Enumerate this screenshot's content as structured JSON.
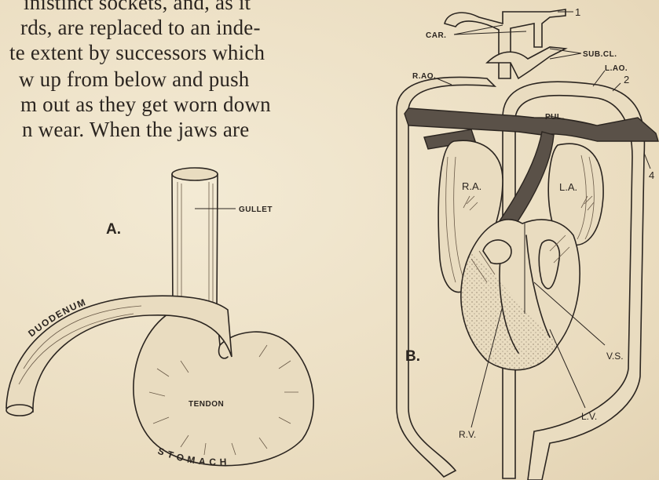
{
  "body_text": [
    "inistinct sockets, and, as it",
    "rds, are replaced to an inde-",
    "te extent by successors which",
    "w up from below and push",
    "m out as they get worn down",
    "n wear.  When the jaws are"
  ],
  "figure_a": {
    "letter": "A.",
    "labels": {
      "gullet": "GULLET",
      "duodenum": "DUODENUM",
      "tendon": "TENDON",
      "stomach": "STOMACH"
    }
  },
  "figure_b": {
    "letter": "B.",
    "labels": {
      "car": "CAR.",
      "sub_cl": "SUB.CL.",
      "r_ao": "R.AO.",
      "l_ao": "L.AO.",
      "pul": "PUL.",
      "r_a": "R.A.",
      "l_a": "L.A.",
      "v_s": "V.S.",
      "l_v": "L.V.",
      "r_v": "R.V.",
      "num_1": "1",
      "num_2": "2",
      "num_4": "4"
    }
  },
  "colors": {
    "paper": "#efe4cc",
    "ink": "#2b2520"
  }
}
